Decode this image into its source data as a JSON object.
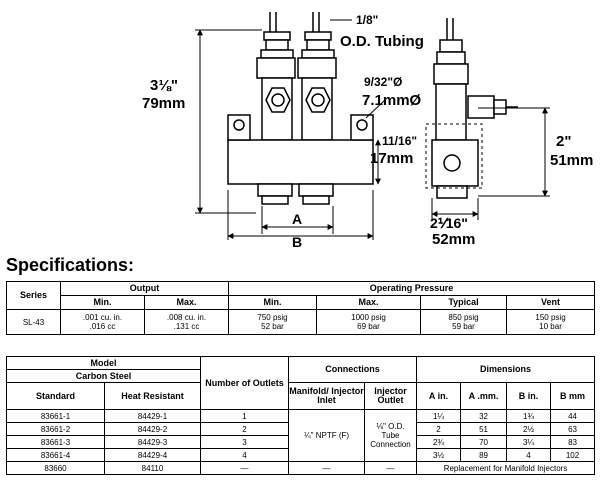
{
  "drawing": {
    "tubing_fraction": "1/8\"",
    "tubing_label": "O.D. Tubing",
    "height_fraction": "3⅛\"",
    "height_mm": "79mm",
    "hole_fraction": "9/32\"Ø",
    "hole_mm": "7.1mmØ",
    "thickness_fraction": "11/16\"",
    "thickness_mm": "17mm",
    "side_height_in": "2\"",
    "side_height_mm": "51mm",
    "width_fraction": "2⅟16\"",
    "width_mm": "52mm",
    "dim_a": "A",
    "dim_b": "B"
  },
  "specifications": {
    "title": "Specifications:",
    "headers": {
      "series": "Series",
      "output": "Output",
      "operating_pressure": "Operating Pressure",
      "min": "Min.",
      "max": "Max.",
      "op_min": "Min.",
      "op_max": "Max.",
      "typical": "Typical",
      "vent": "Vent"
    },
    "row": {
      "series": "SL-43",
      "out_min_1": ".001 cu. in.",
      "out_min_2": ".016 cc",
      "out_max_1": ".008 cu. in.",
      "out_max_2": ".131 cc",
      "op_min_1": "750 psig",
      "op_min_2": "52 bar",
      "op_max_1": "1000 psig",
      "op_max_2": "69 bar",
      "typ_1": "850 psig",
      "typ_2": "59 bar",
      "vent_1": "150 psig",
      "vent_2": "10 bar"
    }
  },
  "models": {
    "headers": {
      "model": "Model",
      "carbon_steel": "Carbon Steel",
      "standard": "Standard",
      "heat_resistant": "Heat Resistant",
      "outlets": "Number of Outlets",
      "connections": "Connections",
      "manifold": "Manifold/ Injector Inlet",
      "injector_outlet": "Injector Outlet",
      "dimensions": "Dimensions",
      "a_in": "A in.",
      "a_mm": "A .mm.",
      "b_in": "B in.",
      "b_mm": "B mm"
    },
    "rows": [
      {
        "standard": "83661-1",
        "heat": "84429-1",
        "outlets": "1",
        "a_in": "1¼",
        "a_mm": "32",
        "b_in": "1¾",
        "b_mm": "44"
      },
      {
        "standard": "83661-2",
        "heat": "84429-2",
        "outlets": "2",
        "a_in": "2",
        "a_mm": "51",
        "b_in": "2½",
        "b_mm": "63"
      },
      {
        "standard": "83661-3",
        "heat": "84429-3",
        "outlets": "3",
        "a_in": "2¾",
        "a_mm": "70",
        "b_in": "3¼",
        "b_mm": "83"
      },
      {
        "standard": "83661-4",
        "heat": "84429-4",
        "outlets": "4",
        "a_in": "3½",
        "a_mm": "89",
        "b_in": "4",
        "b_mm": "102"
      }
    ],
    "manifold_inlet": "¼\" NPTF (F)",
    "outlet_line1": "⅛\" O.D.",
    "outlet_line2": "Tube",
    "outlet_line3": "Connection",
    "last_row": {
      "standard": "83660",
      "heat": "84110",
      "outlets": "—",
      "manifold": "—",
      "injector_outlet": "—",
      "note": "Replacement for Manifold Injectors"
    }
  }
}
